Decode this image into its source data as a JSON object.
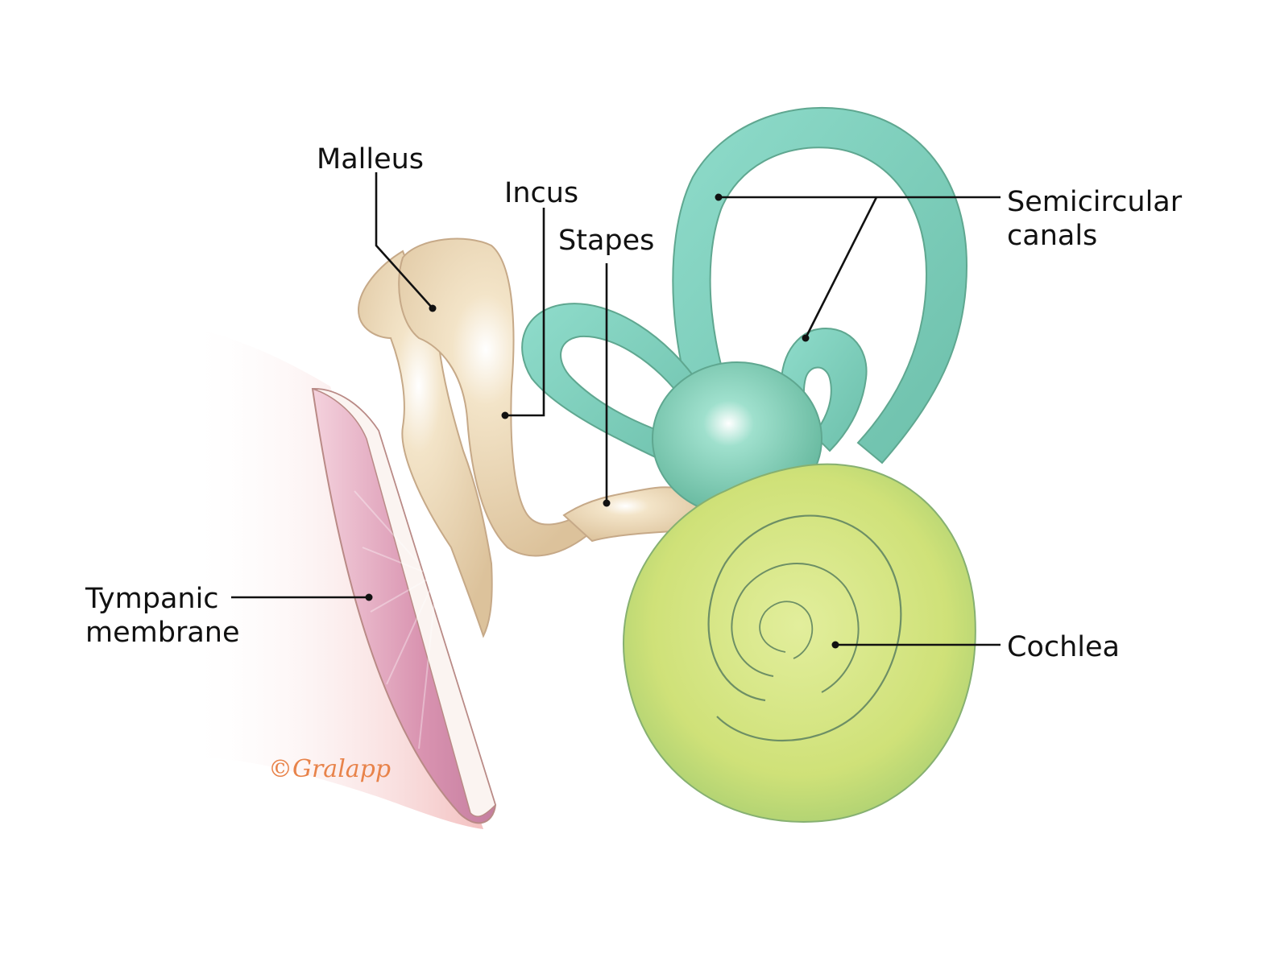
{
  "labels": {
    "malleus": "Malleus",
    "incus": "Incus",
    "stapes": "Stapes",
    "semicircular_line1": "Semicircular",
    "semicircular_line2": "canals",
    "tympanic_line1": "Tympanic",
    "tympanic_line2": "membrane",
    "cochlea": "Cochlea"
  },
  "signature": "©Gralapp",
  "colors": {
    "ossicle": "#efdcbb",
    "canal": "#7fd0bf",
    "cochlea": "#d3e47e",
    "membrane": "#e0a5bd",
    "ear_canal": "#f5c9c9",
    "signature": "#e8834a"
  }
}
